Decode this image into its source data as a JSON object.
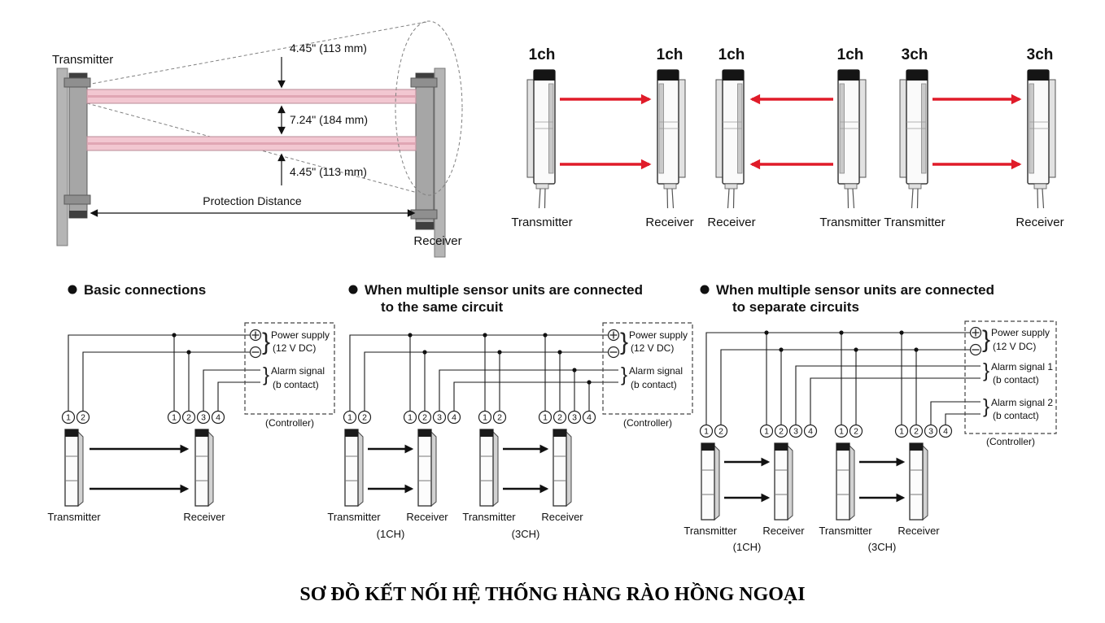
{
  "beam": {
    "transmitter": "Transmitter",
    "receiver": "Receiver",
    "dim_top": "4.45\" (113 mm)",
    "dim_mid": "7.24\" (184 mm)",
    "dim_bot": "4.45\" (113 mm)",
    "protection": "Protection Distance"
  },
  "channels": {
    "ch": [
      "1ch",
      "1ch",
      "1ch",
      "1ch",
      "3ch",
      "3ch"
    ],
    "labels": [
      "Transmitter",
      "Receiver",
      "Receiver",
      "Transmitter",
      "Transmitter",
      "Receiver"
    ]
  },
  "terminals": [
    "1",
    "2",
    "3",
    "4"
  ],
  "glyphs": {
    "brace": "}"
  },
  "basic": {
    "title": "Basic connections",
    "power_line1": "Power supply",
    "power_line2": "(12 V DC)",
    "alarm_line1": "Alarm signal",
    "alarm_line2": "(b contact)",
    "controller": "(Controller)",
    "tx": "Transmitter",
    "rx": "Receiver"
  },
  "same_circuit": {
    "title_line1": "When multiple sensor units are connected",
    "title_line2": "to the same circuit",
    "power_line1": "Power supply",
    "power_line2": "(12 V DC)",
    "alarm_line1": "Alarm signal",
    "alarm_line2": "(b contact)",
    "controller": "(Controller)",
    "tx1": "Transmitter",
    "rx1": "Receiver",
    "tx2": "Transmitter",
    "rx2": "Receiver",
    "ch1": "(1CH)",
    "ch3": "(3CH)"
  },
  "separate_circuit": {
    "title_line1": "When multiple sensor units are connected",
    "title_line2": "to separate circuits",
    "power_line1": "Power supply",
    "power_line2": "(12 V DC)",
    "alarm1_line1": "Alarm signal 1",
    "alarm1_line2": "(b contact)",
    "alarm2_line1": "Alarm signal 2",
    "alarm2_line2": "(b contact)",
    "controller": "(Controller)",
    "tx1": "Transmitter",
    "rx1": "Receiver",
    "tx2": "Transmitter",
    "rx2": "Receiver",
    "ch1": "(1CH)",
    "ch3": "(3CH)"
  },
  "caption": "SƠ ĐỒ KẾT NỐI HỆ THỐNG HÀNG RÀO HỒNG NGOẠI",
  "colors": {
    "beam_arrow_red": "#e01b29",
    "beam_pink": "#f2c7d1"
  }
}
